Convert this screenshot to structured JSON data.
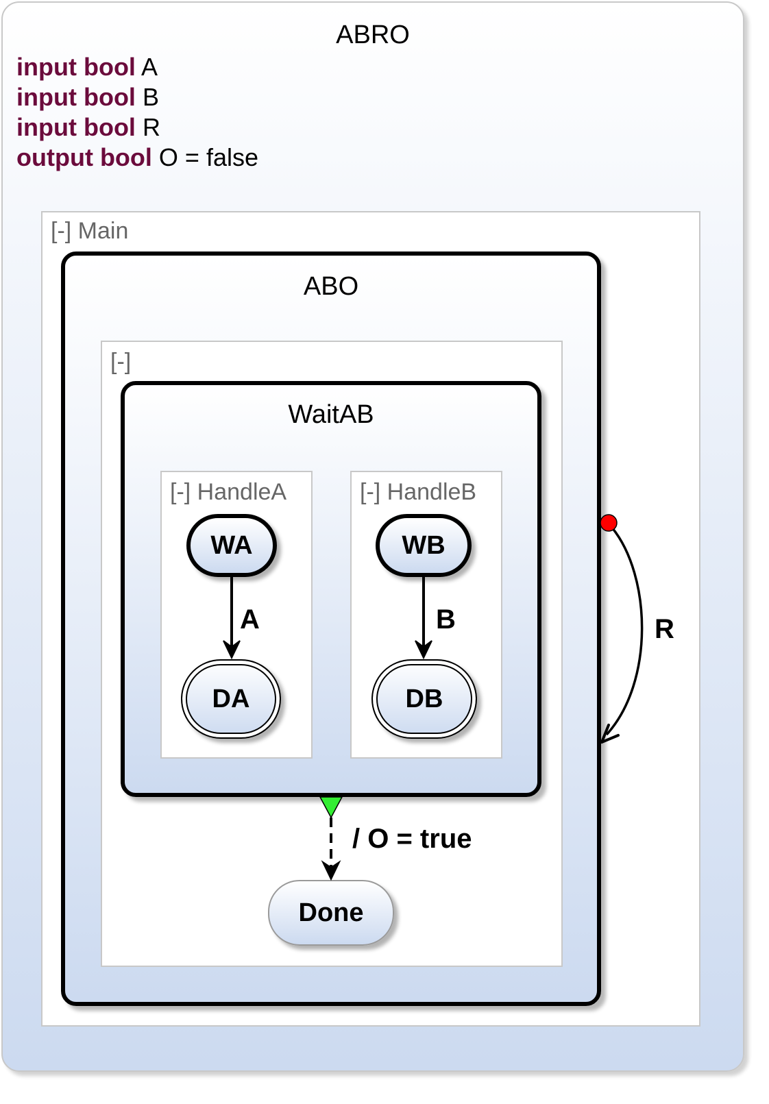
{
  "root_state": {
    "name": "ABRO",
    "declarations": [
      {
        "keywords": "input bool",
        "rest": " A"
      },
      {
        "keywords": "input bool",
        "rest": " B"
      },
      {
        "keywords": "input bool",
        "rest": " R"
      },
      {
        "keywords": "output bool",
        "rest": " O = false"
      }
    ]
  },
  "main_region": {
    "label": "[-] Main",
    "abo_state": {
      "name": "ABO",
      "inner_region": {
        "label": "[-]",
        "waitab_state": {
          "name": "WaitAB",
          "handle_a": {
            "label": "[-] HandleA",
            "initial": "WA",
            "final": "DA",
            "transition_label": "A"
          },
          "handle_b": {
            "label": "[-] HandleB",
            "initial": "WB",
            "final": "DB",
            "transition_label": "B"
          }
        },
        "termination_label": "/ O = true",
        "done_state": "Done"
      }
    },
    "abort_transition_label": "R"
  },
  "colors": {
    "keyword": "#6b0b3c",
    "region_label": "#666666",
    "strong_abort_marker": "#ff0000",
    "termination_marker": "#33ee33",
    "state_gradient_top": "#ffffff",
    "state_gradient_bottom": "#ccdaf0"
  }
}
